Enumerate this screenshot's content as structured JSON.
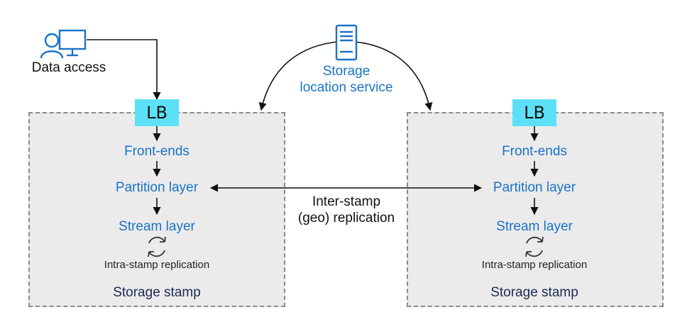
{
  "colors": {
    "label_blue": "#1a73c6",
    "stamp_title": "#1b2a55",
    "lb_fill": "#5ce0f7",
    "icon_blue": "#1a73c6",
    "stamp_bg": "#ebebeb",
    "stamp_border": "#8a8a8a"
  },
  "client": {
    "icon": "user-computer-icon",
    "label": "Data access"
  },
  "service": {
    "icon": "server-icon",
    "line1": "Storage",
    "line2": "location service"
  },
  "stamps": [
    {
      "lb": "LB",
      "front_ends": "Front-ends",
      "partition": "Partition layer",
      "stream": "Stream layer",
      "replication_icon": "refresh-cycle-icon",
      "intra": "Intra-stamp replication",
      "title": "Storage stamp"
    },
    {
      "lb": "LB",
      "front_ends": "Front-ends",
      "partition": "Partition layer",
      "stream": "Stream layer",
      "replication_icon": "refresh-cycle-icon",
      "intra": "Intra-stamp replication",
      "title": "Storage stamp"
    }
  ],
  "inter_stamp": {
    "line1": "Inter-stamp",
    "line2": "(geo) replication"
  }
}
